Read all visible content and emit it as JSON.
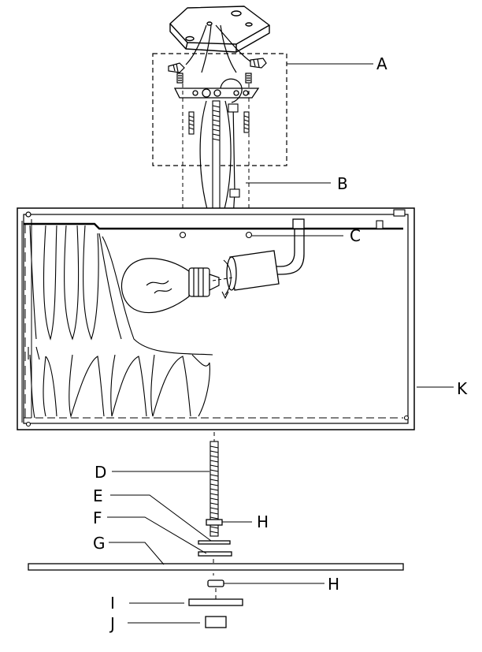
{
  "labels": {
    "A": "A",
    "B": "B",
    "C": "C",
    "D": "D",
    "E": "E",
    "F": "F",
    "G": "G",
    "H1": "H",
    "H2": "H",
    "I": "I",
    "J": "J",
    "K": "K"
  }
}
